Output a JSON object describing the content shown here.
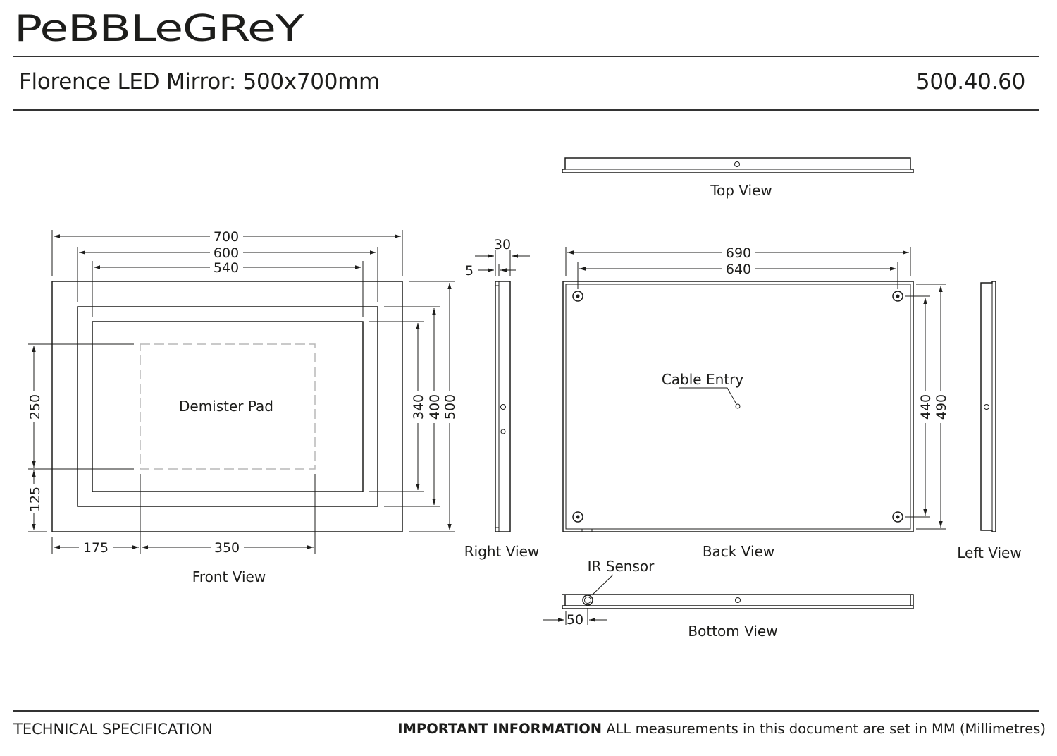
{
  "brand": {
    "name": "PEBBLEGREY"
  },
  "header": {
    "title": "Florence LED Mirror: 500x700mm",
    "product_code": "500.40.60"
  },
  "views": {
    "front": "Front View",
    "right": "Right View",
    "top": "Top View",
    "back": "Back View",
    "left": "Left View",
    "bottom": "Bottom View"
  },
  "labels": {
    "demister_pad": "Demister Pad",
    "cable_entry": "Cable Entry",
    "ir_sensor": "IR Sensor"
  },
  "dimensions": {
    "front_width": "700",
    "front_width_inner": "600",
    "front_width_glass": "540",
    "front_height": "500",
    "front_height_inner": "400",
    "front_height_glass": "340",
    "demister_height": "250",
    "demister_offset_bottom": "125",
    "demister_offset_left": "175",
    "demister_width": "350",
    "side_depth": "30",
    "side_step": "5",
    "back_width": "690",
    "back_hole_spacing_x": "640",
    "back_height": "490",
    "back_hole_spacing_y": "440",
    "sensor_offset": "50"
  },
  "footer": {
    "left": "TECHNICAL SPECIFICATION",
    "right_bold": "IMPORTANT INFORMATION",
    "right_text": " ALL measurements in this document are set in MM (Millimetres)"
  },
  "colors": {
    "line": "#1d1d1b",
    "rule": "#333333",
    "dashed": "#b8b8b8"
  }
}
